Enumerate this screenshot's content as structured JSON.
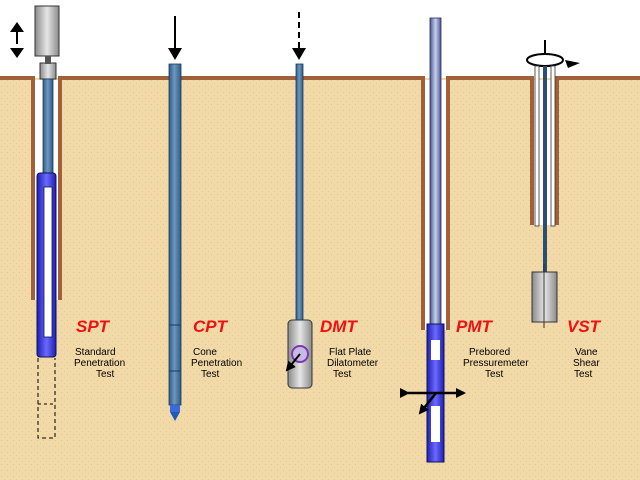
{
  "colors": {
    "soil": "#f2d9a8",
    "soil_edge": "#a0603a",
    "rod": "#4f7fa8",
    "rod_dark": "#2a4f75",
    "probe_blue": "#3a3ad8",
    "label": "#ee1111"
  },
  "tests": [
    {
      "abbr": "SPT",
      "lines": [
        "Standard",
        "Penetration",
        "Test"
      ],
      "arrow": "up-down"
    },
    {
      "abbr": "CPT",
      "lines": [
        "Cone",
        "Penetration",
        "Test"
      ],
      "arrow": "down"
    },
    {
      "abbr": "DMT",
      "lines": [
        "Flat Plate",
        "Dilatometer",
        "Test"
      ],
      "arrow": "down-dashed"
    },
    {
      "abbr": "PMT",
      "lines": [
        "Prebored",
        "Pressuremeter",
        "Test"
      ],
      "arrow": "lateral"
    },
    {
      "abbr": "VST",
      "lines": [
        "Vane",
        "Shear",
        "Test"
      ],
      "arrow": "rotation"
    }
  ]
}
